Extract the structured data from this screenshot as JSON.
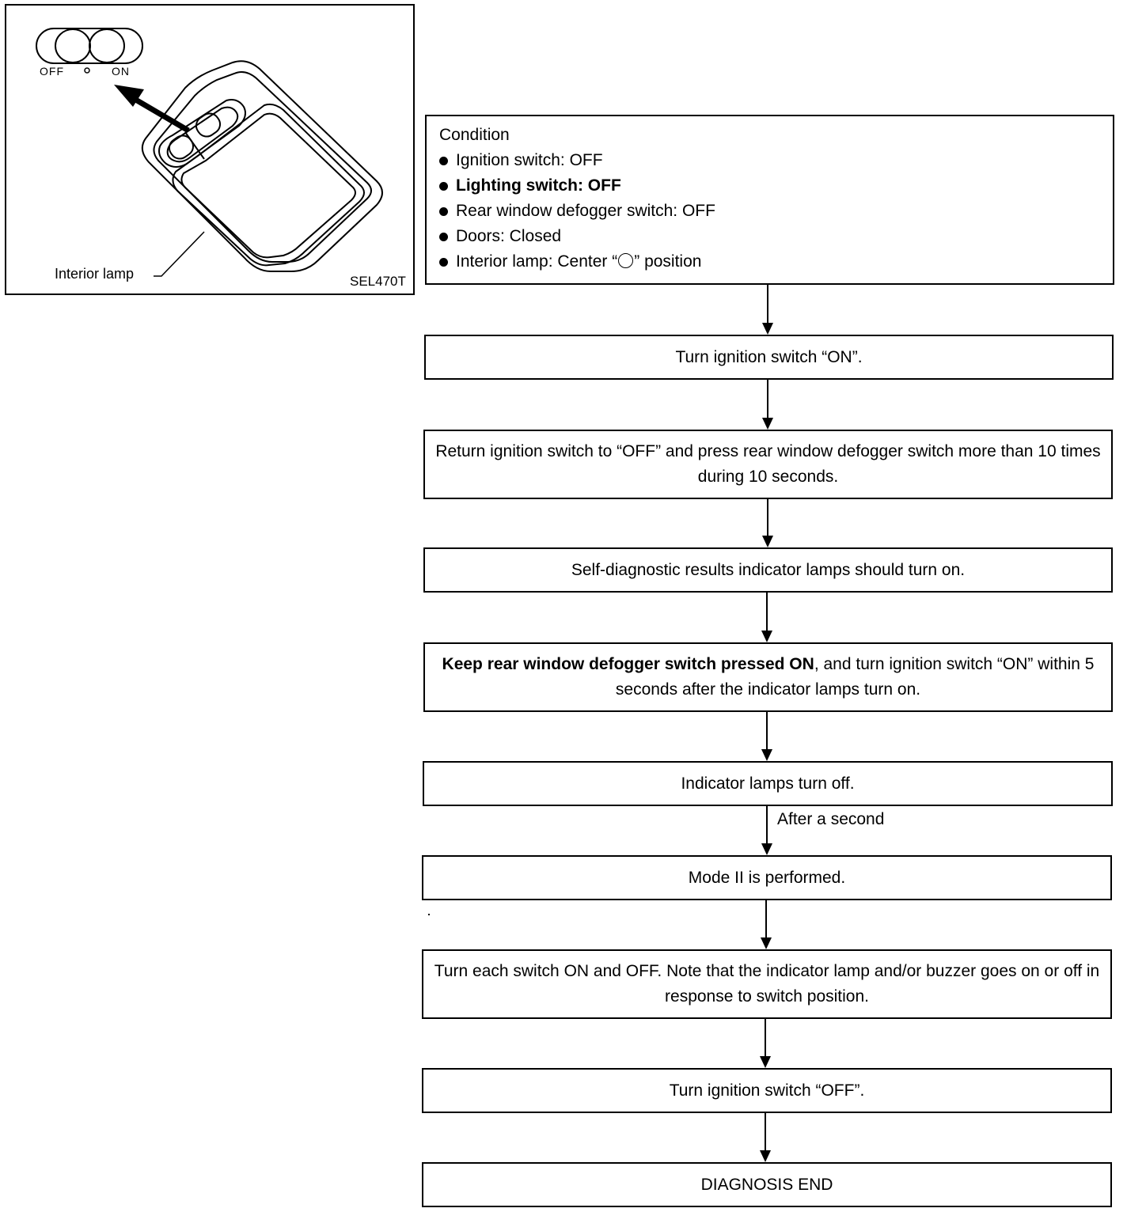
{
  "figure": {
    "switch_off_label": "OFF",
    "switch_on_label": "ON",
    "interior_lamp_label": "Interior lamp",
    "figure_code": "SEL470T"
  },
  "flowchart": {
    "condition": {
      "heading": "Condition",
      "items": [
        "Ignition switch: OFF",
        "Lighting switch: OFF",
        "Rear window defogger switch: OFF",
        "Doors: Closed",
        "Interior lamp: Center “” position"
      ],
      "item5_prefix": "Interior lamp: Center “",
      "item5_suffix": "” position"
    },
    "steps": [
      "Turn ignition switch “ON”.",
      "Return ignition switch to “OFF” and press rear window defogger switch more than 10 times during 10 seconds.",
      "Self-diagnostic results indicator lamps should turn on.",
      "Keep rear window defogger switch pressed ON, and turn ignition switch “ON” within 5 seconds after the indicator lamps turn on.",
      "Indicator lamps turn off.",
      "Mode II is performed.",
      "Turn each switch ON and OFF. Note that the indicator lamp and/or buzzer goes on or off in response to switch position.",
      "Turn ignition switch “OFF”.",
      "DIAGNOSIS END"
    ],
    "step4_bold_part": "Keep rear window defogger switch pressed ON",
    "step4_rest": ", and turn ignition switch “ON” within 5 seconds after the indicator lamps turn on.",
    "edge_label_after_step5": "After a second"
  }
}
